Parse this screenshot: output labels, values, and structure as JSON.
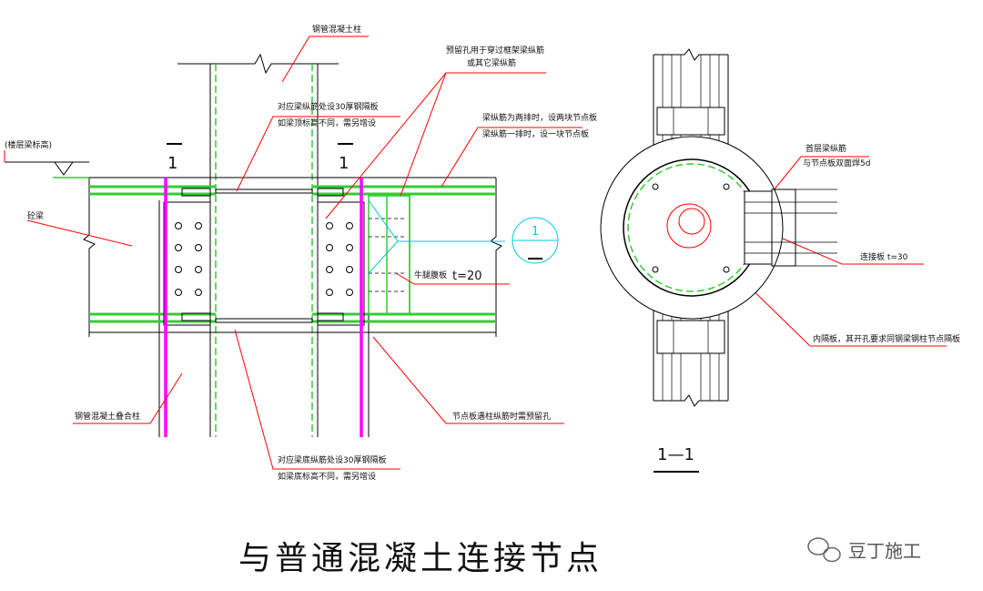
{
  "title": "与普通混凝土连接节点",
  "watermark": "豆丁施工",
  "section_marks": {
    "left": "1",
    "right": "1",
    "circle_top": "1",
    "section_view_label": "1—1"
  },
  "labels": {
    "column": "钢管混凝土柱",
    "hole_top": "预留孔用于穿过框架梁纵筋",
    "hole_bottom": "或其它梁纵筋",
    "ring_top_1": "对应梁纵筋处设30厚钢隔板",
    "ring_top_2": "如梁顶标高不同，需另增设",
    "rebar_1": "梁纵筋为两排时，设两块节点板",
    "rebar_2": "梁纵筋一排时，设一块节点板",
    "floor_level": "(楼层梁标高)",
    "beam": "砼梁",
    "bracket": "牛腿腹板",
    "bracket_t": "t=20",
    "composite_column": "钢管混凝土叠合柱",
    "node_plate_hole": "节点板遇柱纵筋时需预留孔",
    "ring_bot_1": "对应梁底纵筋处设30厚钢隔板",
    "ring_bot_2": "如梁底标高不同，需另增设",
    "top_rebar": "首层梁纵筋",
    "weld": "与节点板双面焊5d",
    "connect_plate": "连接板 t=30",
    "inner_plate": "内隔板，其开孔要求同钢梁钢柱节点隔板"
  }
}
